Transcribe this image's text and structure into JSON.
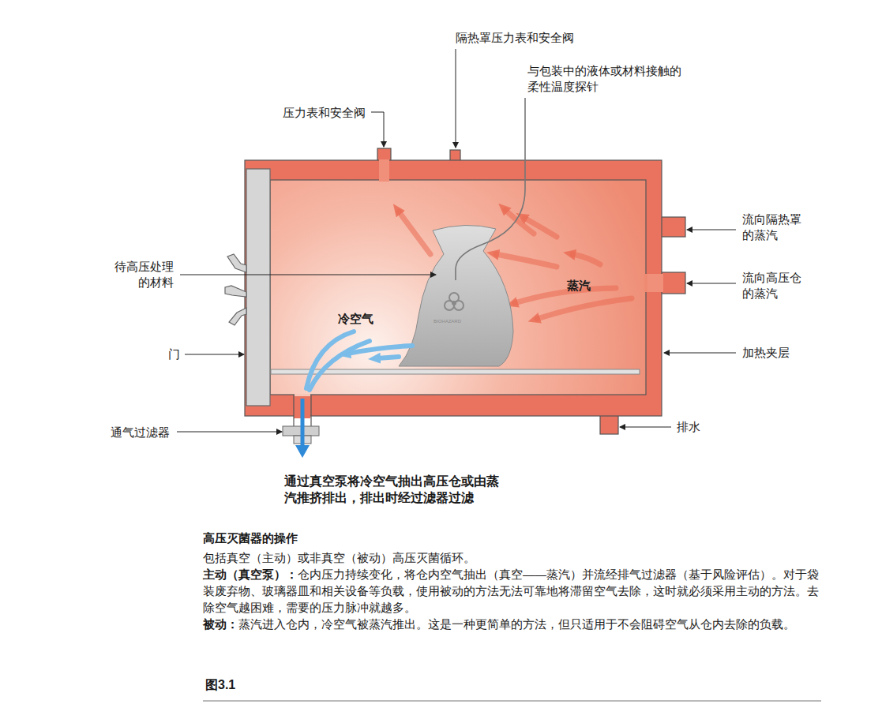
{
  "diagram": {
    "title": "高压灭菌器的操作",
    "caption": "图3.1",
    "labels": [
      "隔热罩压力表和安全阀",
      "与包装中的液体或材料接触的柔性温度探针",
      "压力表和安全阀",
      "流向隔热罩的蒸汽",
      "待高压处理的材料",
      "流向高压仓的蒸汽",
      "蒸汽",
      "冷空气",
      "加热夹层",
      "门",
      "排水",
      "通气过滤器",
      "通过真空泵将冷空气抽出高压仓或由蒸汽推挤排出，排出时经过滤器过滤",
      "BIOHAZARD",
      "包括真空（主动）或非真空（被动）高压灭菌循环。",
      "主动（真空泵）：",
      "仓内压力持续变化，将仓内空气抽出（真空——蒸汽）并流经排气过滤器（基于风险评估）。对于袋装废弃物、玻璃器皿和相关设备等负载，使用被动的方法无法可靠地将滞留空气去除，这时就必须采用主动的方法。去除空气越困难，需要的压力脉冲就越多。",
      "被动：",
      "蒸汽进入仓内，冷空气被蒸汽推出。这是一种更简单的方法，但只适用于不会阻碍空气从仓内去除的负载。"
    ]
  }
}
